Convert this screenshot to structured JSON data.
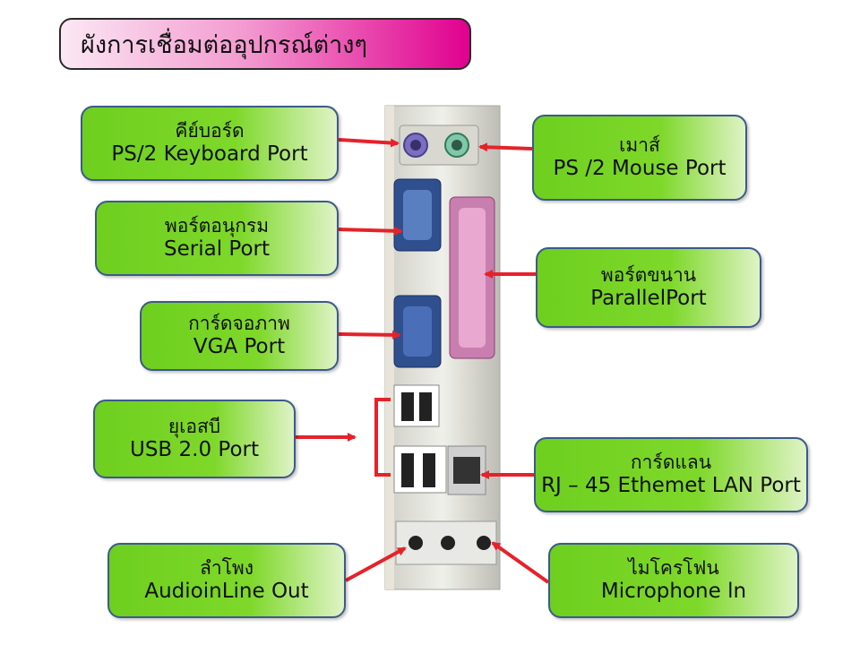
{
  "title": "ผังการเชื่อมต่ออุปกรณ์ต่างๆ",
  "labels": {
    "keyboard": {
      "thai": "คีย์บอร์ด",
      "eng": "PS/2 Keyboard Port"
    },
    "mouse": {
      "thai": "เมาส์",
      "eng": "PS /2 Mouse Port"
    },
    "serial": {
      "thai": "พอร์ตอนุกรม",
      "eng": "Serial Port"
    },
    "parallel": {
      "thai": "พอร์ตขนาน",
      "eng": "ParallelPort"
    },
    "vga": {
      "thai": "การ์ดจอภาพ",
      "eng": "VGA Port"
    },
    "usb": {
      "thai": "ยุเอสบี",
      "eng": "USB 2.0 Port"
    },
    "lan": {
      "thai": "การ์ดแลน",
      "eng": "RJ – 45 Ethemet LAN Port"
    },
    "audio": {
      "thai": "ลำโพง",
      "eng": "AudioinLine Out"
    },
    "mic": {
      "thai": "ไมโครโฟน",
      "eng": "Microphone ln"
    }
  },
  "colors": {
    "arrow": "#e5222a",
    "box_border": "#3c5a8a",
    "box_fill": "#7ed82a",
    "title_fill": "#e0008f"
  }
}
